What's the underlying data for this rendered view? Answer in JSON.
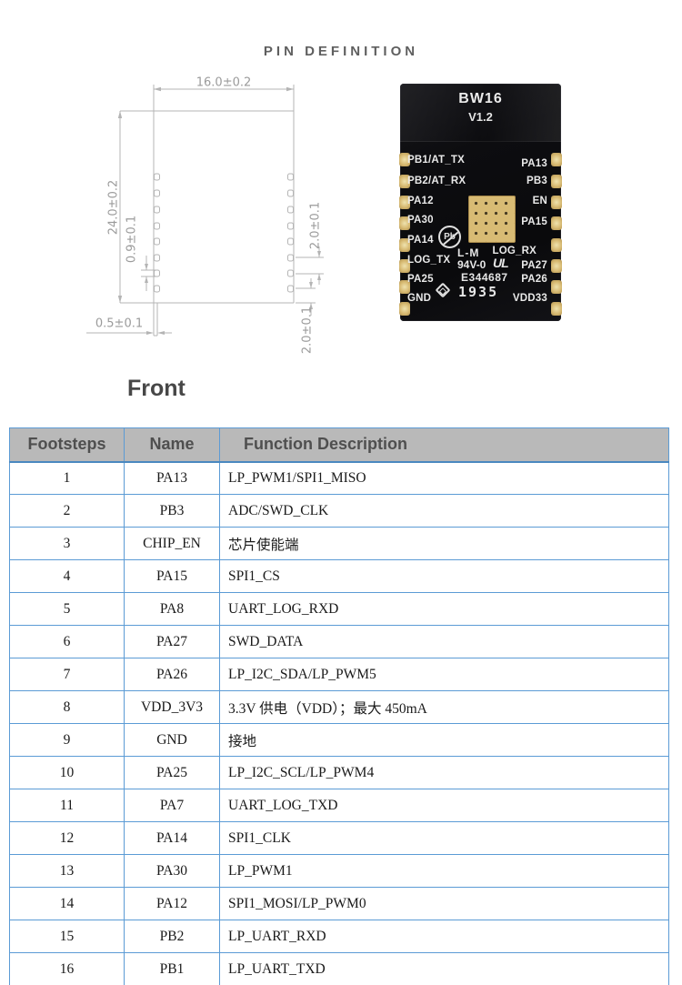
{
  "page": {
    "title": "PIN DEFINITION",
    "front_label": "Front"
  },
  "colors": {
    "table_border": "#5b9bd5",
    "header_bg": "#b9b9b9",
    "pad_gold": "#d8bb74",
    "pcb_black": "#0d0d10"
  },
  "drawing": {
    "dim_width": "16.0±0.2",
    "dim_height": "24.0±0.2",
    "dim_pad_width": "0.9±0.1",
    "dim_pad_pitch": "2.0±0.1",
    "dim_stub": "0.5±0.1",
    "dim_bottom_pitch": "2.0±0.1"
  },
  "module": {
    "name": "BW16",
    "version": "V1.2",
    "left_pins": [
      "PB1/AT_TX",
      "PB2/AT_RX",
      "PA12",
      "PA30",
      "PA14",
      "LOG_TX",
      "PA25",
      "GND"
    ],
    "right_pins": [
      "PA13",
      "PB3",
      "EN",
      "PA15",
      "LOG_RX",
      "PA27",
      "PA26",
      "VDD33"
    ],
    "markings": {
      "pbfree": "Pb",
      "line1": "L-M",
      "line2": "94V-0",
      "ul_mark": "UL",
      "ul_file": "E344687",
      "date_code": "1935"
    }
  },
  "table": {
    "headers": [
      "Footsteps",
      "Name",
      "Function Description"
    ],
    "rows": [
      [
        "1",
        "PA13",
        "LP_PWM1/SPI1_MISO"
      ],
      [
        "2",
        "PB3",
        "ADC/SWD_CLK"
      ],
      [
        "3",
        "CHIP_EN",
        "芯片使能端"
      ],
      [
        "4",
        "PA15",
        "SPI1_CS"
      ],
      [
        "5",
        "PA8",
        "UART_LOG_RXD"
      ],
      [
        "6",
        "PA27",
        "SWD_DATA"
      ],
      [
        "7",
        "PA26",
        "LP_I2C_SDA/LP_PWM5"
      ],
      [
        "8",
        "VDD_3V3",
        "3.3V 供电（VDD）；最大 450mA"
      ],
      [
        "9",
        "GND",
        "接地"
      ],
      [
        "10",
        "PA25",
        "LP_I2C_SCL/LP_PWM4"
      ],
      [
        "11",
        "PA7",
        "UART_LOG_TXD"
      ],
      [
        "12",
        "PA14",
        "SPI1_CLK"
      ],
      [
        "13",
        "PA30",
        "LP_PWM1"
      ],
      [
        "14",
        "PA12",
        "SPI1_MOSI/LP_PWM0"
      ],
      [
        "15",
        "PB2",
        "LP_UART_RXD"
      ],
      [
        "16",
        "PB1",
        "LP_UART_TXD"
      ]
    ]
  }
}
